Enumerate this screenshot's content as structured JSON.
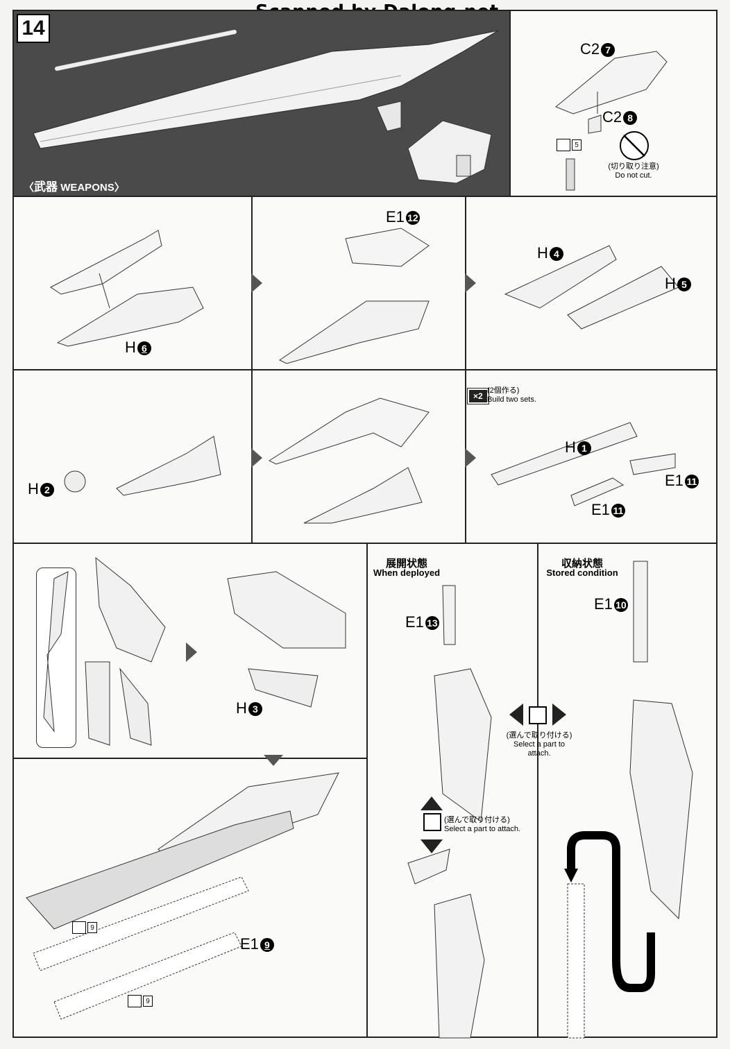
{
  "header": {
    "scanned_by": "Scanned by Dalong.net",
    "step_number": "14"
  },
  "weapons": {
    "jp": "武器",
    "en": "WEAPONS"
  },
  "top_right": {
    "part_c2_7": "C2",
    "num7": "7",
    "part_c2_8": "C2",
    "num8": "8",
    "do_not_cut_jp": "(切り取り注意)",
    "do_not_cut_en": "Do not cut.",
    "tag_num": "5"
  },
  "row1": {
    "h6": "H",
    "num6": "6",
    "e1_12": "E1",
    "num12": "12",
    "h4": "H",
    "num4": "4",
    "h5": "H",
    "num5": "5"
  },
  "row2": {
    "h2": "H",
    "num2": "2",
    "build_two_jp": "(2個作る)",
    "build_two_en": "Build two sets.",
    "x2": "×2",
    "h1": "H",
    "num1": "1",
    "e1_11a": "E1",
    "num11a": "11",
    "e1_11b": "E1",
    "num11b": "11"
  },
  "row3": {
    "h3": "H",
    "num3": "3",
    "e1_9": "E1",
    "num9": "9",
    "tag9a": "9",
    "tag9b": "9"
  },
  "deployed": {
    "jp": "展開状態",
    "en": "When deployed",
    "e1_13": "E1",
    "num13": "13",
    "select_jp": "(選んで取り付ける)",
    "select_en": "Select a part to attach."
  },
  "stored": {
    "jp": "収納状態",
    "en": "Stored condition",
    "e1_10": "E1",
    "num10": "10",
    "select_jp": "(選んで取り付ける)",
    "select_en": "Select a part to attach."
  }
}
